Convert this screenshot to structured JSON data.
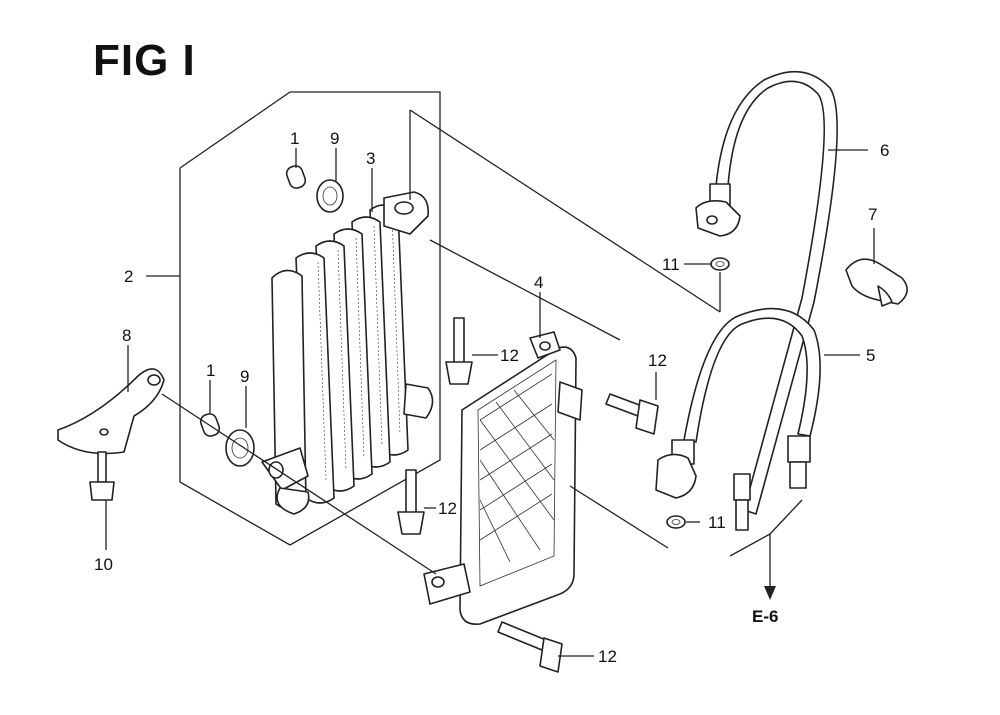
{
  "figure": {
    "title": "FIG I",
    "reference": "E-6"
  },
  "callouts": {
    "c1a": "1",
    "c1b": "1",
    "c2": "2",
    "c3": "3",
    "c4": "4",
    "c5": "5",
    "c6": "6",
    "c7": "7",
    "c8": "8",
    "c9a": "9",
    "c9b": "9",
    "c10": "10",
    "c11a": "11",
    "c11b": "11",
    "c12a": "12",
    "c12b": "12",
    "c12c": "12",
    "c12d": "12"
  }
}
